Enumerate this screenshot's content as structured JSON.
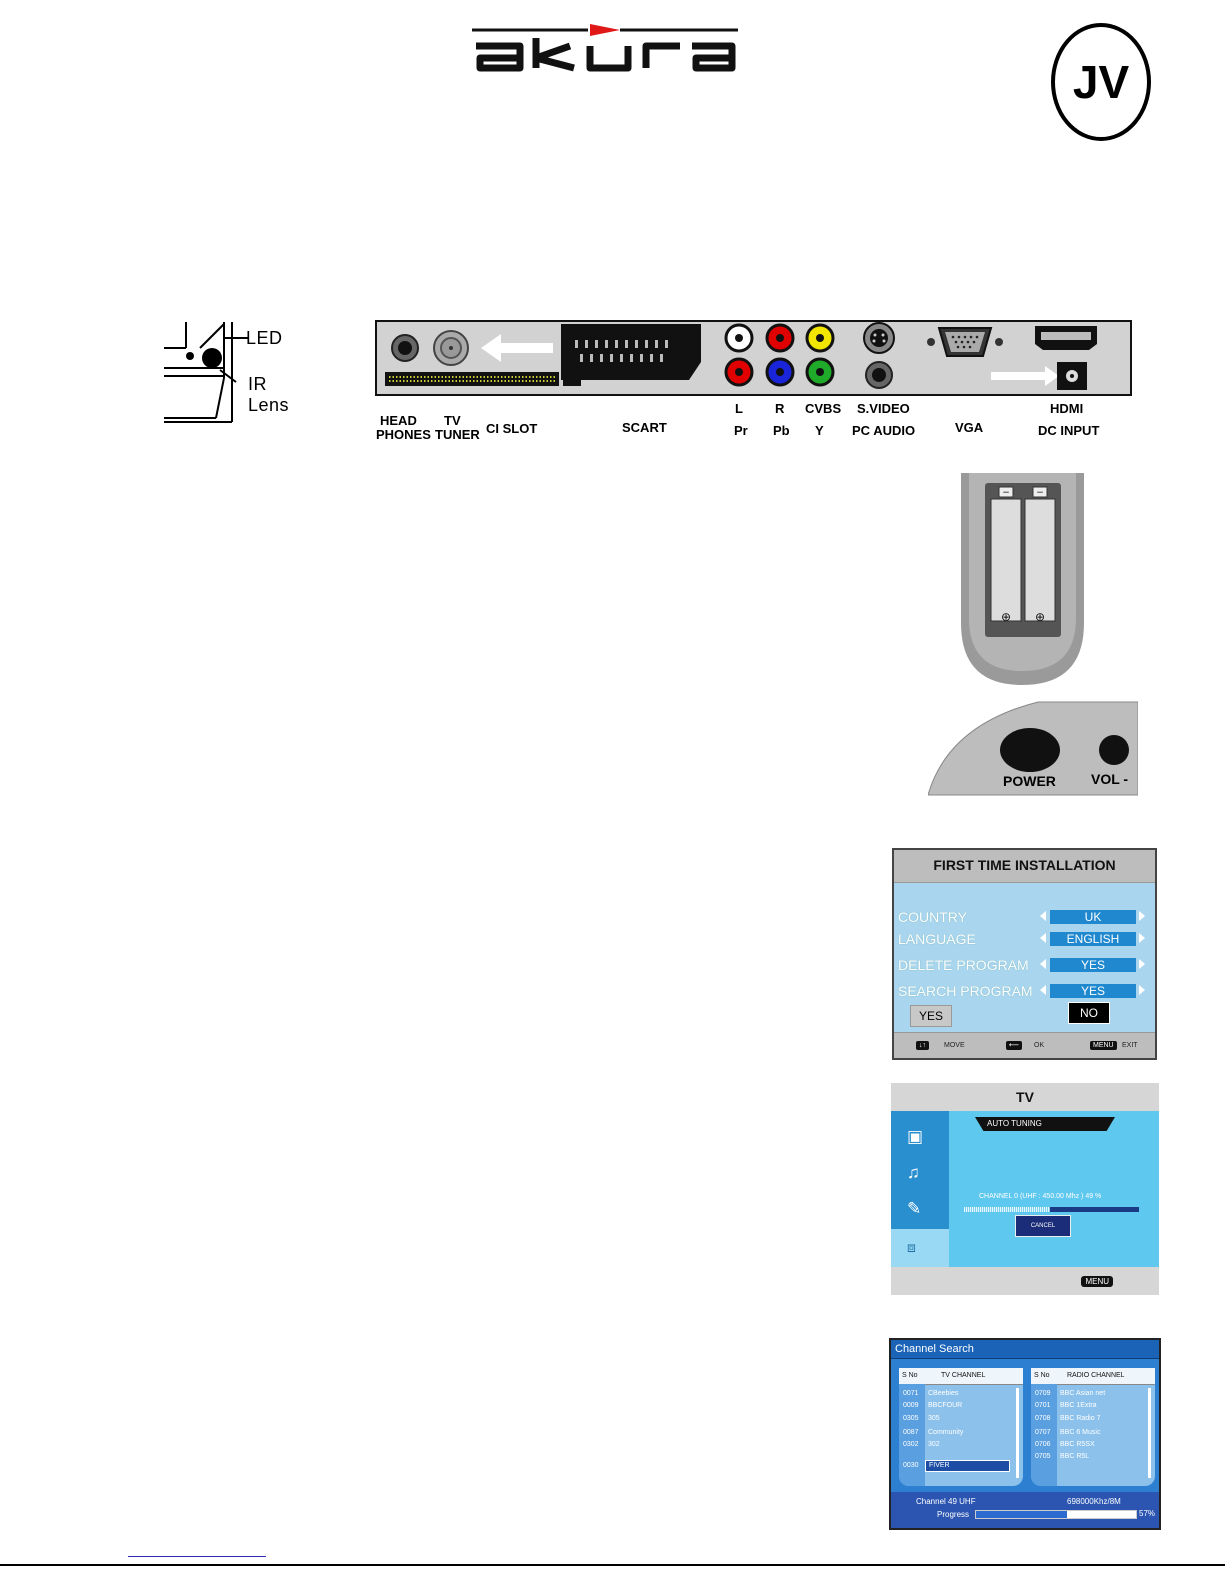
{
  "logo": {
    "brand": "akura",
    "mark": "JV"
  },
  "led_diagram": {
    "led": "LED",
    "ir": "IR",
    "lens": "Lens"
  },
  "back_panel": {
    "labels": {
      "head": "HEAD",
      "phones": "PHONES",
      "tv": "TV",
      "tuner": "TUNER",
      "ci_slot": "CI SLOT",
      "scart": "SCART",
      "l": "L",
      "pr": "Pr",
      "r": "R",
      "pb": "Pb",
      "cvbs": "CVBS",
      "y": "Y",
      "svideo": "S.VIDEO",
      "pc_audio": "PC AUDIO",
      "vga": "VGA",
      "hdmi": "HDMI",
      "dc_input": "DC INPUT"
    },
    "colors": {
      "white": "#ffffff",
      "red": "#e00000",
      "yellow": "#f2e600",
      "blue": "#1a24d8",
      "green": "#1faa2a"
    }
  },
  "remote": {
    "power_label": "POWER",
    "vol_label": "VOL -"
  },
  "first_time_installation": {
    "title": "FIRST TIME INSTALLATION",
    "rows": [
      {
        "label": "COUNTRY",
        "value": "UK"
      },
      {
        "label": "LANGUAGE",
        "value": "ENGLISH"
      },
      {
        "label": "DELETE PROGRAM",
        "value": "YES"
      },
      {
        "label": "SEARCH PROGRAM",
        "value": "YES"
      }
    ],
    "yes_button": "YES",
    "no_button": "NO",
    "footer": {
      "move_key": "↓↑",
      "move": "MOVE",
      "ok_key": "⟵",
      "ok": "OK",
      "menu_key": "MENU",
      "exit": "EXIT"
    }
  },
  "tv_autotuning": {
    "title": "TV",
    "tab": "AUTO TUNING",
    "channel_text": "CHANNEL 0 (UHF : 450.00 Mhz ) 49 %",
    "progress_percent": 49,
    "cancel": "CANCEL",
    "menu_key": "MENU",
    "side_icons": [
      "picture-icon",
      "music-icon",
      "setup-icon",
      "tv-icon"
    ]
  },
  "channel_search": {
    "title": "Channel Search",
    "tv": {
      "col_no": "S No",
      "col_name": "TV CHANNEL",
      "rows": [
        {
          "no": "0071",
          "name": "CBeebies"
        },
        {
          "no": "0009",
          "name": "BBCFOUR"
        },
        {
          "no": "0305",
          "name": "305"
        },
        {
          "no": "0087",
          "name": "Community"
        },
        {
          "no": "0302",
          "name": "302"
        },
        {
          "no": "0030",
          "name": "FIVER"
        }
      ]
    },
    "radio": {
      "col_no": "S No",
      "col_name": "RADIO CHANNEL",
      "rows": [
        {
          "no": "0709",
          "name": "BBC Asian net"
        },
        {
          "no": "0701",
          "name": "BBC 1Extra"
        },
        {
          "no": "0708",
          "name": "BBC Radio 7"
        },
        {
          "no": "0707",
          "name": "BBC 6 Music"
        },
        {
          "no": "0706",
          "name": "BBC R5SX"
        },
        {
          "no": "0705",
          "name": "BBC R5L"
        }
      ]
    },
    "channel_info": "Channel 49  UHF",
    "frequency": "698000Khz/8M",
    "progress_label": "Progress",
    "progress_percent": 57,
    "progress_text": "57%"
  }
}
